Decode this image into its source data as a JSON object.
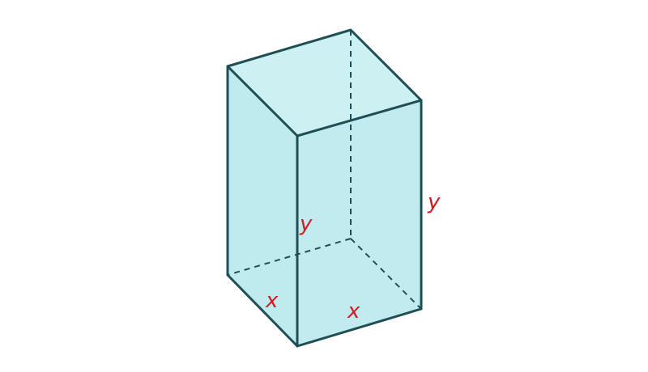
{
  "colors": {
    "face_fill": "#c4ecef",
    "top_fill": "#cdf0f2",
    "edge": "#1f4f55",
    "label": "#d6191f"
  },
  "labels": {
    "front_height": "y",
    "right_height": "y",
    "left_base": "x",
    "front_base": "x"
  }
}
